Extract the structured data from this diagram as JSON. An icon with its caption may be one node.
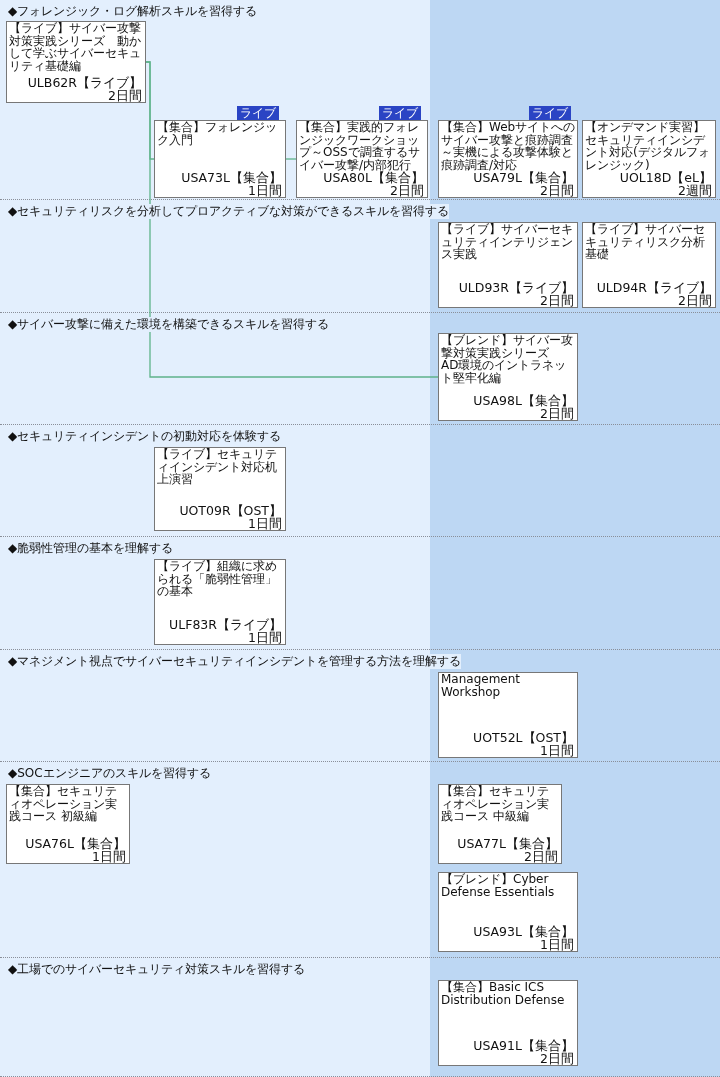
{
  "diagram": {
    "nodes": [
      {
        "text": [
          "◆フォレンジック・ログ解析スキルを習得する"
        ]
      },
      {
        "text": [
          "【ライブ】サイバー攻撃対策実践シリーズ　動かして学ぶサイバーセキュリティ基礎編",
          "ULB62R【ライブ】",
          "2日間"
        ],
        "in": 0
      },
      {
        "text": [
          "【集合】フォレンジック入門",
          "USA73L【集合】",
          "1日間"
        ],
        "in": 0,
        "beside": [
          "ライブ"
        ]
      },
      {
        "text": [
          "【集合】実践的フォレンジックワークショップ～OSSで調査するサイバー攻撃/内部犯行",
          "USA80L【集合】",
          "2日間"
        ],
        "in": 0,
        "beside": [
          "ライブ"
        ]
      },
      {
        "text": [
          "【集合】Webサイトへのサイバー攻撃と痕跡調査～実機による攻撃体験と痕跡調査/対応",
          "USA79L【集合】",
          "2日間"
        ],
        "in": 0,
        "beside": [
          "ライブ"
        ]
      },
      {
        "text": [
          "【オンデマンド実習】セキュリティインシデント対応(デジタルフォレンジック)",
          "UOL18D【eL】",
          "2週間"
        ],
        "in": 0
      },
      {
        "text": [
          "◆セキュリティリスクを分析してプロアクティブな対策ができるスキルを習得する"
        ]
      },
      {
        "text": [
          "【ライブ】サイバーセキュリティインテリジェンス実践",
          "ULD93R【ライブ】",
          "2日間"
        ],
        "in": 6
      },
      {
        "text": [
          "【ライブ】サイバーセキュリティリスク分析基礎",
          "ULD94R【ライブ】",
          "2日間"
        ],
        "in": 6
      },
      {
        "text": [
          "◆サイバー攻撃に備えた環境を構築できるスキルを習得する"
        ]
      },
      {
        "text": [
          "【ブレンド】サイバー攻撃対策実践シリーズ　AD環境のイントラネット堅牢化編",
          "USA98L【集合】",
          "2日間"
        ],
        "in": 9
      },
      {
        "text": [
          "◆セキュリティインシデントの初動対応を体験する"
        ]
      },
      {
        "text": [
          "【ライブ】セキュリティインシデント対応机上演習",
          "UOT09R【OST】",
          "1日間"
        ],
        "in": 11
      },
      {
        "text": [
          "◆脆弱性管理の基本を理解する"
        ]
      },
      {
        "text": [
          "【ライブ】組織に求められる「脆弱性管理」の基本",
          "ULF83R【ライブ】",
          "1日間"
        ],
        "in": 13
      },
      {
        "text": [
          "◆マネジメント視点でサイバーセキュリティインシデントを管理する方法を理解する"
        ]
      },
      {
        "text": [
          "Management Workshop",
          "UOT52L【OST】",
          "1日間"
        ],
        "in": 15
      },
      {
        "text": [
          "◆SOCエンジニアのスキルを習得する"
        ]
      },
      {
        "text": [
          "【集合】セキュリティオペレーション実践コース 初級編",
          "USA76L【集合】",
          "1日間"
        ],
        "in": 17
      },
      {
        "text": [
          "【集合】セキュリティオペレーション実践コース 中級編",
          "USA77L【集合】",
          "2日間"
        ],
        "in": 17
      },
      {
        "text": [
          "【ブレンド】Cyber Defense Essentials",
          "USA93L【集合】",
          "1日間"
        ],
        "in": 17
      },
      {
        "text": [
          "◆工場でのサイバーセキュリティ対策スキルを習得する"
        ]
      },
      {
        "text": [
          "【集合】Basic ICS Distribution Defense",
          "USA91L【集合】",
          "2日間"
        ],
        "in": 21
      }
    ],
    "edges": [
      {
        "from": 1,
        "to": 2,
        "arrow": "none"
      },
      {
        "from": 2,
        "to": 3,
        "arrow": "none"
      },
      {
        "from": 1,
        "to": 10,
        "arrow": "none"
      }
    ]
  }
}
